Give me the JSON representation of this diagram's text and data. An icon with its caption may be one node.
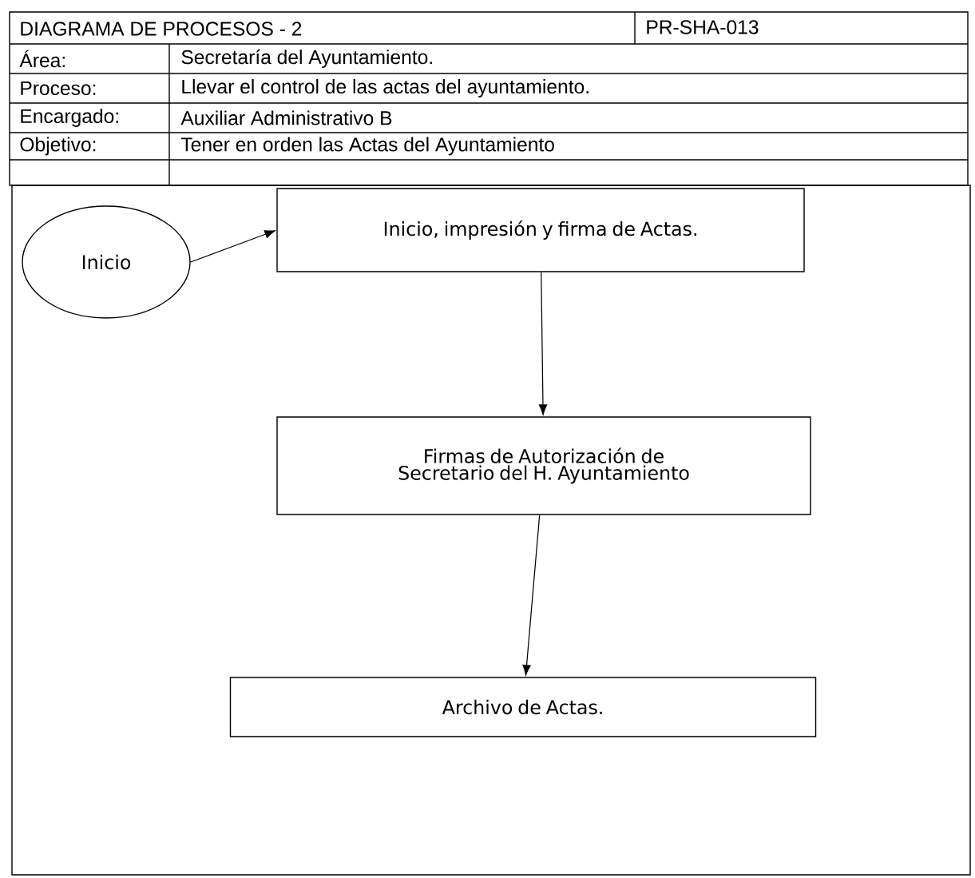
{
  "diagram": {
    "title": "DIAGRAMA DE PROCESOS - 2",
    "nodes": [
      {
        "text": [
          "Inicio"
        ]
      },
      {
        "text": [
          "Inicio, impresión y firma de Actas."
        ]
      },
      {
        "text": [
          "Firmas de Autorización de Secretario del H. Ayuntamiento"
        ]
      },
      {
        "text": [
          "Archivo de Actas."
        ]
      }
    ],
    "edges": [
      {
        "from": 0,
        "to": 1,
        "arrow": "to"
      },
      {
        "from": 1,
        "to": 2,
        "arrow": "to"
      },
      {
        "from": 2,
        "to": 3,
        "arrow": "to"
      }
    ],
    "labels": [
      "PR-SHA-013",
      "Área:",
      "Secretaría del Ayuntamiento.",
      "Proceso:",
      "Llevar el control de las actas del ayuntamiento.",
      "Encargado:",
      "Auxiliar Administrativo B",
      "Objetivo:",
      "Tener en orden las Actas del Ayuntamiento"
    ]
  }
}
